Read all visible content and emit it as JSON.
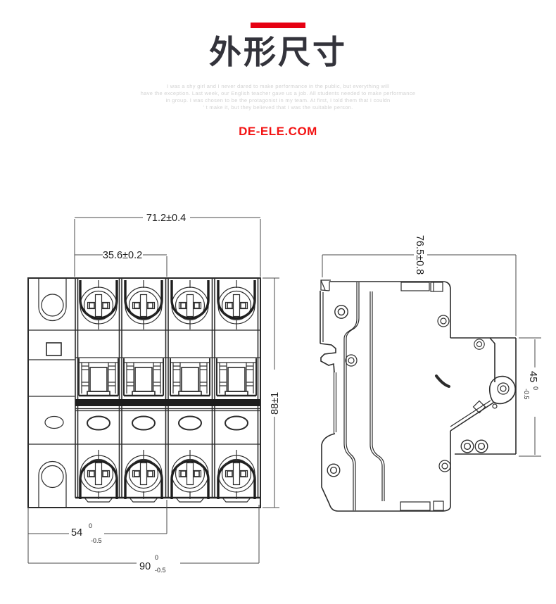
{
  "header": {
    "title": "外形尺寸",
    "caption_lines": [
      "I was a shy girl and I never dared to make performance in the public, but everything will",
      "have the exception. Last week, our English teacher gave us a job. All students needed to make performance",
      "in group. I was chosen to be the protagonist in my team. At first, I told them that I couldn",
      "' t make it, but they believed that I was the suitable person."
    ],
    "brand": "DE-ELE.COM",
    "colors": {
      "accent_red": "#e60012",
      "brand_red": "#f31313",
      "title_color": "#33333b",
      "caption_gray": "#d2d2d2",
      "line_color": "#2b2b2b"
    }
  },
  "front_view": {
    "label": "front-view-of-4-pole-breaker",
    "dims": {
      "width_top": "71.2±0.4",
      "width_half": "35.6±0.2",
      "height": "88±1",
      "width_54": {
        "main": "54",
        "sup": "0",
        "sub": "-0.5"
      },
      "width_90": {
        "main": "90",
        "sup": "0",
        "sub": "-0.5"
      }
    }
  },
  "side_view": {
    "label": "side-view-of-breaker",
    "dims": {
      "depth": "76.5±0.8",
      "height_45": {
        "main": "45",
        "sup": "0",
        "sub": "-0.5"
      }
    }
  }
}
